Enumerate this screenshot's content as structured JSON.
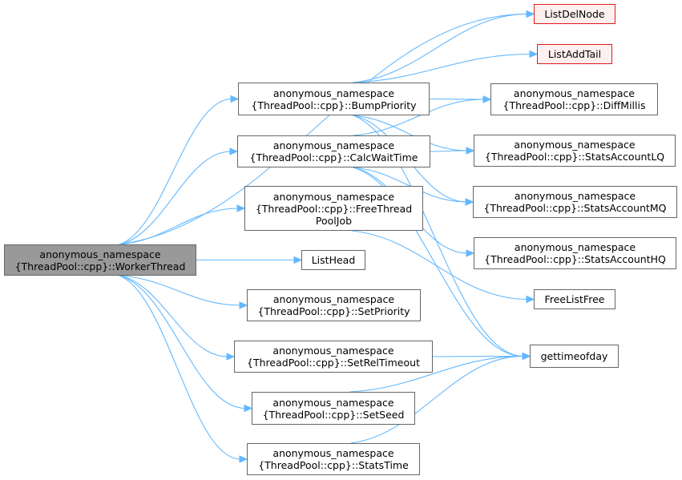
{
  "diagram": {
    "type": "call-graph",
    "edge_color": "#63b8ff",
    "root_fill": "#999999",
    "external_border": "#e31a1c",
    "external_fill": "#fff0f0",
    "nodes": {
      "worker_thread": "anonymous_namespace\n{ThreadPool::cpp}::WorkerThread",
      "bump_priority": "anonymous_namespace\n{ThreadPool::cpp}::BumpPriority",
      "calc_wait_time": "anonymous_namespace\n{ThreadPool::cpp}::CalcWaitTime",
      "free_thread_pool_job": "anonymous_namespace\n{ThreadPool::cpp}::FreeThread\nPoolJob",
      "list_head": "ListHead",
      "set_priority": "anonymous_namespace\n{ThreadPool::cpp}::SetPriority",
      "set_rel_timeout": "anonymous_namespace\n{ThreadPool::cpp}::SetRelTimeout",
      "set_seed": "anonymous_namespace\n{ThreadPool::cpp}::SetSeed",
      "stats_time": "anonymous_namespace\n{ThreadPool::cpp}::StatsTime",
      "list_del_node": "ListDelNode",
      "list_add_tail": "ListAddTail",
      "diff_millis": "anonymous_namespace\n{ThreadPool::cpp}::DiffMillis",
      "stats_account_lq": "anonymous_namespace\n{ThreadPool::cpp}::StatsAccountLQ",
      "stats_account_mq": "anonymous_namespace\n{ThreadPool::cpp}::StatsAccountMQ",
      "stats_account_hq": "anonymous_namespace\n{ThreadPool::cpp}::StatsAccountHQ",
      "free_list_free": "FreeListFree",
      "gettimeofday": "gettimeofday"
    },
    "edges": [
      [
        "worker_thread",
        "list_del_node"
      ],
      [
        "worker_thread",
        "bump_priority"
      ],
      [
        "worker_thread",
        "calc_wait_time"
      ],
      [
        "worker_thread",
        "free_thread_pool_job"
      ],
      [
        "worker_thread",
        "list_head"
      ],
      [
        "worker_thread",
        "set_priority"
      ],
      [
        "worker_thread",
        "set_rel_timeout"
      ],
      [
        "worker_thread",
        "set_seed"
      ],
      [
        "worker_thread",
        "stats_time"
      ],
      [
        "bump_priority",
        "list_del_node"
      ],
      [
        "bump_priority",
        "list_add_tail"
      ],
      [
        "bump_priority",
        "diff_millis"
      ],
      [
        "bump_priority",
        "stats_account_lq"
      ],
      [
        "bump_priority",
        "stats_account_mq"
      ],
      [
        "bump_priority",
        "gettimeofday"
      ],
      [
        "calc_wait_time",
        "diff_millis"
      ],
      [
        "calc_wait_time",
        "stats_account_lq"
      ],
      [
        "calc_wait_time",
        "stats_account_mq"
      ],
      [
        "calc_wait_time",
        "stats_account_hq"
      ],
      [
        "calc_wait_time",
        "gettimeofday"
      ],
      [
        "free_thread_pool_job",
        "free_list_free"
      ],
      [
        "set_rel_timeout",
        "gettimeofday"
      ],
      [
        "set_seed",
        "gettimeofday"
      ],
      [
        "stats_time",
        "gettimeofday"
      ]
    ]
  }
}
